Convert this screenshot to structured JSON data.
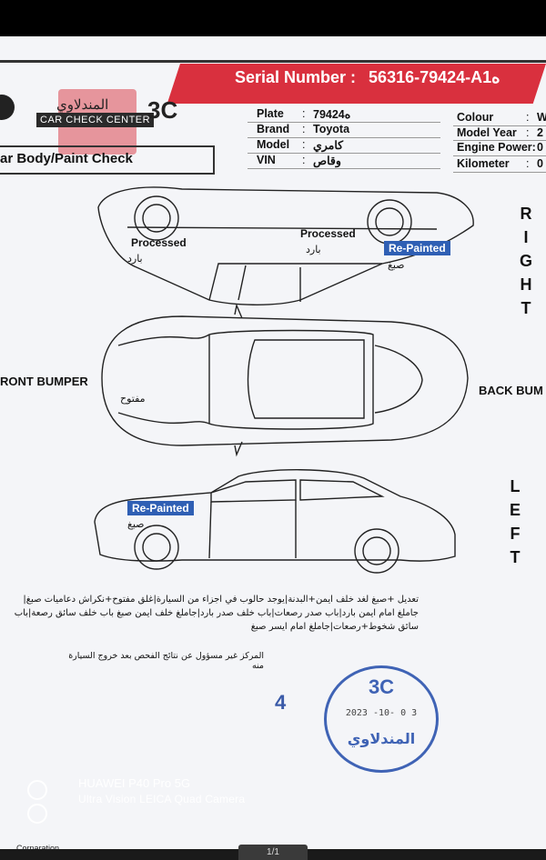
{
  "header": {
    "serial_label": "Serial Number :",
    "serial_value": "56316-79424-A1ه",
    "brand_color": "#d9303e"
  },
  "logo": {
    "arabic_name": "المندلاوي",
    "english_name": "CAR CHECK CENTER",
    "code": "3C"
  },
  "section_title": "ar Body/Paint Check",
  "vehicle": {
    "plate_label": "Plate",
    "plate_value": "ه79424",
    "brand_label": "Brand",
    "brand_value": "Toyota",
    "model_label": "Model",
    "model_value": "كامري",
    "vin_label": "VIN",
    "vin_value": "وقاص",
    "colour_label": "Colour",
    "colour_value": "W",
    "year_label": "Model Year",
    "year_value": "2",
    "engine_label": "Engine Power:",
    "engine_value": "0",
    "km_label": "Kilometer",
    "km_value": "0"
  },
  "diagram": {
    "right_label": "RIGHT",
    "left_label": "LEFT",
    "front_label": "RONT BUMPER",
    "back_label": "BACK BUM",
    "right_view": {
      "front_processed": "Processed",
      "front_processed_ar": "بارد",
      "door_processed": "Processed",
      "door_processed_ar": "بارد",
      "rear_repainted": "Re-Painted",
      "rear_repainted_ar": "صبغ"
    },
    "top_view": {
      "hood_note_ar": "مفتوح"
    },
    "left_view": {
      "front_repainted": "Re-Painted",
      "front_repainted_ar": "صبغ"
    },
    "badge_color": "#2f5fb4"
  },
  "notes": {
    "text": "تعديل +صبغ لغد خلف ايمن+البدنة|يوجد حالوب في اجزاء من السيارة|غلق مفتوح+نكراش دعاميات صبغ|جاملغ امام ايمن بارد|باب صدر رصعات|باب خلف صدر بارد|جاملغ خلف ايمن صبغ باب خلف سائق رصعة|باب سائق شخوط+رصعات|جاملغ امام ايسر صبغ",
    "disclaimer": "المركز غير مسؤول عن نتائج الفحص بعد خروج السيارة منه"
  },
  "stamp": {
    "page_number": "4",
    "code": "3C",
    "date": "2023 -10- 0 3",
    "name": "المندلاوي",
    "ink_color": "#3f63b5"
  },
  "camera_watermark": {
    "model": "HUAWEI P40 Pro 5G",
    "subtitle": "Ultra Vision LEICA Quad Camera"
  },
  "footer": {
    "corporation": "Corparation",
    "page_indicator": "1/1"
  }
}
